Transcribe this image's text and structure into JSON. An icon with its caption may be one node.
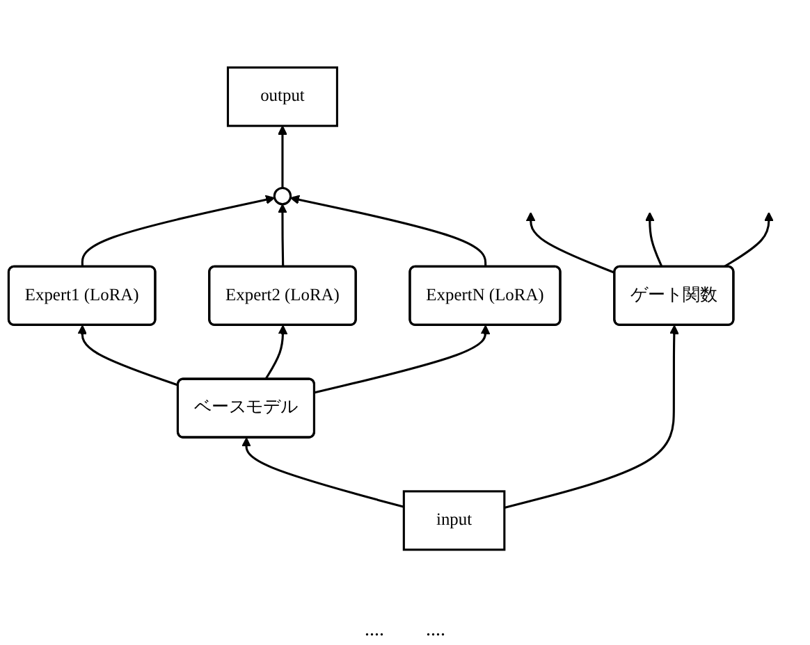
{
  "diagram": {
    "nodes": [
      {
        "text": [
          "output"
        ]
      },
      {
        "text": [],
        "shape": "circle"
      },
      {
        "text": [
          "Expert1 (LoRA)"
        ]
      },
      {
        "text": [
          "Expert2 (LoRA)"
        ]
      },
      {
        "text": [
          "ExpertN (LoRA)"
        ]
      },
      {
        "text": [
          "ゲート関数"
        ]
      },
      {
        "text": [
          "ベースモデル"
        ]
      },
      {
        "text": [
          "input"
        ]
      }
    ],
    "edges": [
      {
        "from": 7,
        "to": 6,
        "arrow": "to"
      },
      {
        "from": 7,
        "to": 5,
        "arrow": "to"
      },
      {
        "from": 6,
        "to": 2,
        "arrow": "to"
      },
      {
        "from": 6,
        "to": 3,
        "arrow": "to"
      },
      {
        "from": 6,
        "to": 4,
        "arrow": "to"
      },
      {
        "from": 2,
        "to": 1,
        "arrow": "to"
      },
      {
        "from": 3,
        "to": 1,
        "arrow": "to"
      },
      {
        "from": 4,
        "to": 1,
        "arrow": "to"
      },
      {
        "from": 5,
        "to": null,
        "arrow": "to"
      },
      {
        "from": 5,
        "to": null,
        "arrow": "to"
      },
      {
        "from": 5,
        "to": null,
        "arrow": "to"
      },
      {
        "from": 1,
        "to": 0,
        "arrow": "to"
      }
    ],
    "labels": [
      "....",
      "...."
    ]
  }
}
